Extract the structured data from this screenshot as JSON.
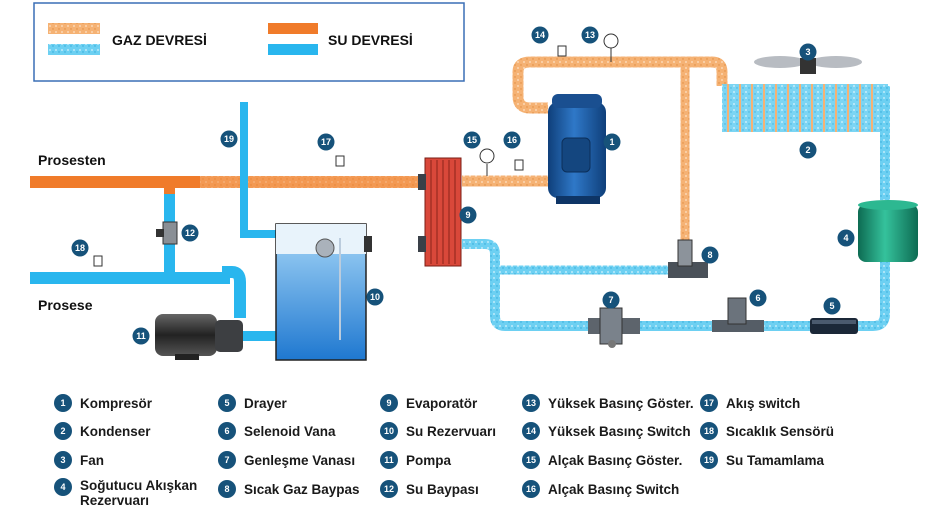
{
  "legend_box": {
    "gas_label": "GAZ DEVRESİ",
    "water_label": "SU DEVRESİ"
  },
  "flows": {
    "from_process": "Prosesten",
    "to_process": "Prosese"
  },
  "badges": [
    "1",
    "2",
    "3",
    "4",
    "5",
    "6",
    "7",
    "8",
    "9",
    "10",
    "11",
    "12",
    "13",
    "14",
    "15",
    "16",
    "17",
    "18",
    "19"
  ],
  "components": [
    {
      "num": "1",
      "name": "Kompresör"
    },
    {
      "num": "2",
      "name": "Kondenser"
    },
    {
      "num": "3",
      "name": "Fan"
    },
    {
      "num": "4",
      "name": "Soğutucu Akışkan Rezervuarı"
    },
    {
      "num": "5",
      "name": "Drayer"
    },
    {
      "num": "6",
      "name": "Selenoid Vana"
    },
    {
      "num": "7",
      "name": "Genleşme Vanası"
    },
    {
      "num": "8",
      "name": "Sıcak Gaz Baypas"
    },
    {
      "num": "9",
      "name": "Evaporatör"
    },
    {
      "num": "10",
      "name": "Su Rezervuarı"
    },
    {
      "num": "11",
      "name": "Pompa"
    },
    {
      "num": "12",
      "name": "Su Baypası"
    },
    {
      "num": "13",
      "name": "Yüksek Basınç Göster."
    },
    {
      "num": "14",
      "name": "Yüksek Basınç Switch"
    },
    {
      "num": "15",
      "name": "Alçak Basınç Göster."
    },
    {
      "num": "16",
      "name": "Alçak Basınç Switch"
    },
    {
      "num": "17",
      "name": "Akış switch"
    },
    {
      "num": "18",
      "name": "Sıcaklık Sensörü"
    },
    {
      "num": "19",
      "name": "Su Tamamlama"
    }
  ],
  "colors": {
    "gas_pipe": "#f3a35a",
    "water_pipe": "#5ac8ef",
    "process_pipe": "#f07b2a",
    "badge": "#16527a",
    "compressor": "#1e5fa8",
    "receiver": "#1e9a78",
    "tank_water": "#3a8fe0",
    "evaporator": "#d9483a"
  }
}
